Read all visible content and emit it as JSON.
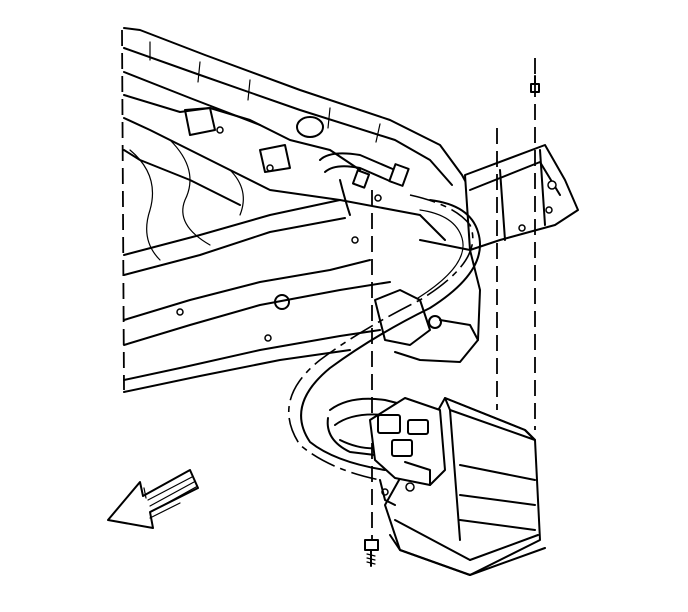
{
  "illustration": {
    "type": "exploded-view line drawing",
    "parts": [
      "vehicle-frame-rail",
      "cross-member-bracket",
      "evap-canister",
      "canister-hoses",
      "mounting-bolt"
    ],
    "direction_arrow": "front-of-vehicle-arrow",
    "line_color": "#000000",
    "background_color": "#ffffff"
  }
}
